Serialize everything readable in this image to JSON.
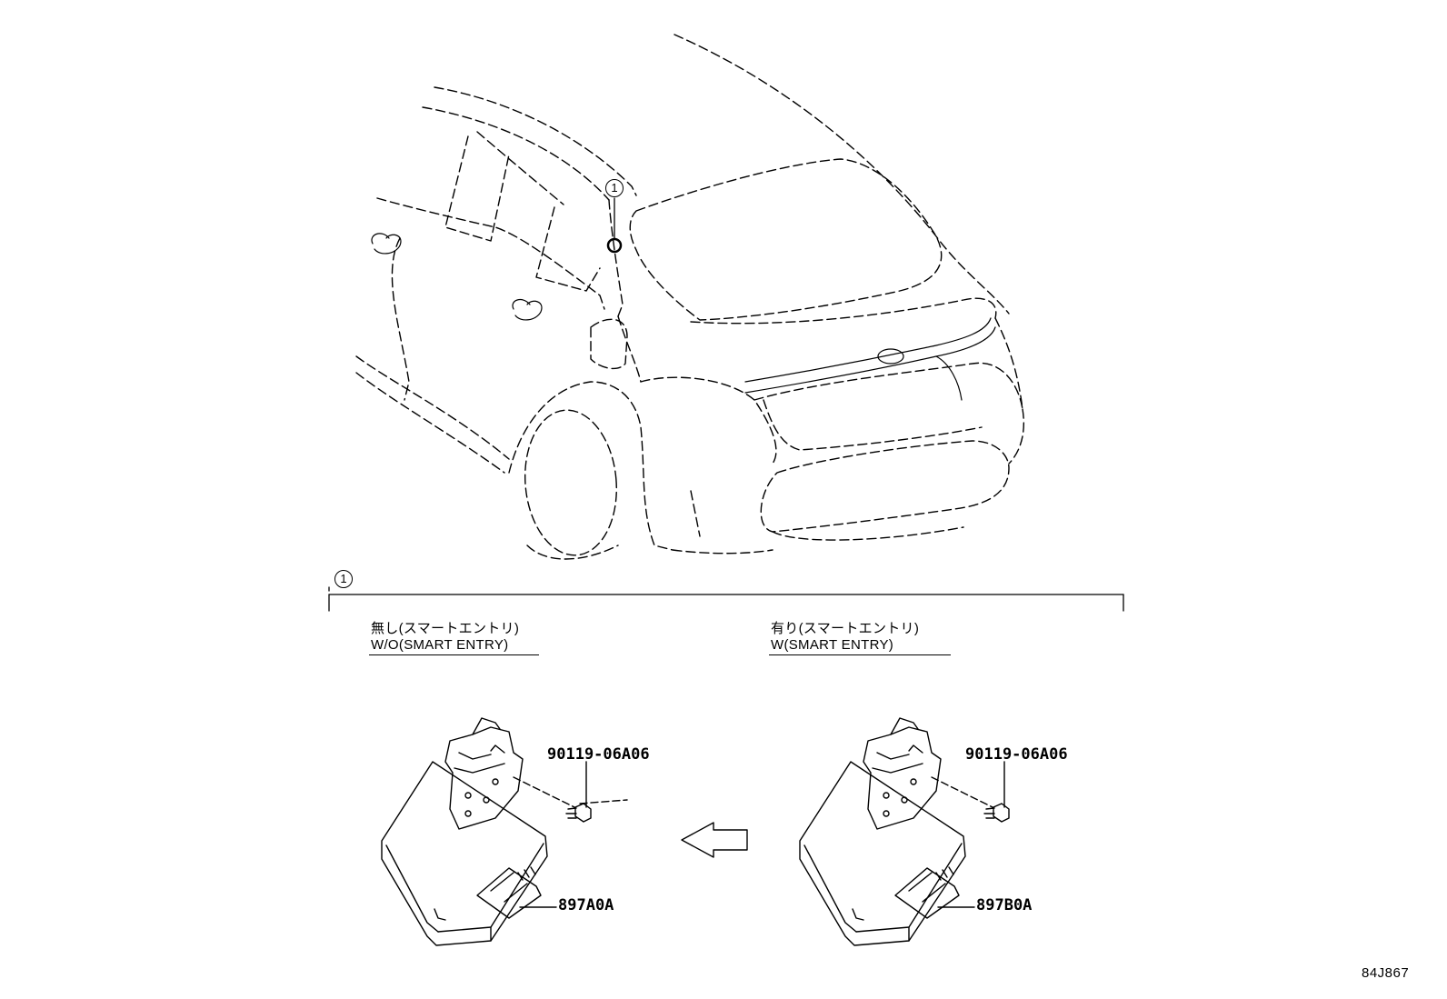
{
  "callout": {
    "label": "1"
  },
  "section": {
    "ref_label": "1"
  },
  "variants": [
    {
      "ja": "無し(スマートエントリ)",
      "en": "W/O(SMART ENTRY)"
    },
    {
      "ja": "有り(スマートエントリ)",
      "en": "W(SMART ENTRY)"
    }
  ],
  "parts": {
    "left_bolt": "90119-06A06",
    "left_module": "897A0A",
    "right_bolt": "90119-06A06",
    "right_module": "897B0A"
  },
  "figure_number": "84J867",
  "colors": {
    "line": "#000000",
    "background": "#ffffff"
  }
}
